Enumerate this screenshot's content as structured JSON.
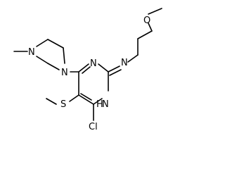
{
  "molecule": {
    "atoms": {
      "n_methylpiperazine_n4": "N",
      "n_methylpiperazine_n1": "N",
      "ring_n3": "N",
      "ring_nh": "H",
      "ring_n_label": "N",
      "amine_n": "N",
      "ether_o": "O",
      "thio_s": "S",
      "chloro": "Cl"
    },
    "colors": {
      "bond": "#000000",
      "label": "#000000",
      "background": "#ffffff"
    }
  }
}
